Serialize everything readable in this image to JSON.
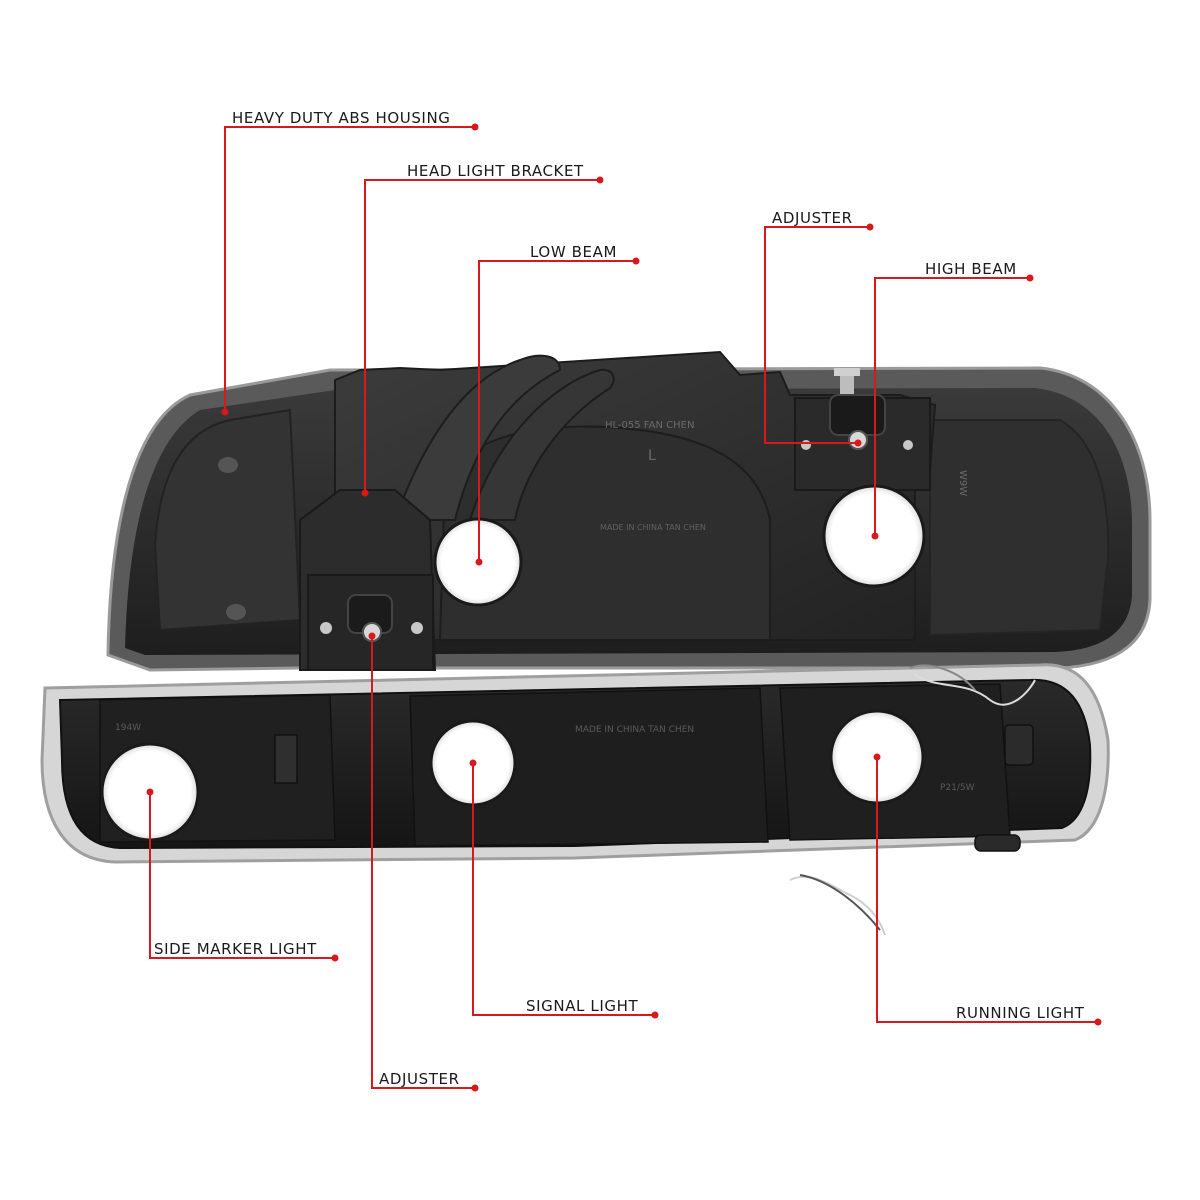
{
  "colors": {
    "callout": "#d7191c",
    "housing": "#2b2b2b",
    "housing_light": "#4a4a4a",
    "lens_clear": "#e9e9e9"
  },
  "callouts": [
    {
      "id": "heavy-duty-abs-housing",
      "text": "HEAVY DUTY ABS HOUSING"
    },
    {
      "id": "head-light-bracket",
      "text": "HEAD LIGHT BRACKET"
    },
    {
      "id": "low-beam",
      "text": "LOW BEAM"
    },
    {
      "id": "adjuster-top",
      "text": "ADJUSTER"
    },
    {
      "id": "high-beam",
      "text": "HIGH BEAM"
    },
    {
      "id": "side-marker-light",
      "text": "SIDE MARKER LIGHT"
    },
    {
      "id": "signal-light",
      "text": "SIGNAL LIGHT"
    },
    {
      "id": "running-light",
      "text": "RUNNING LIGHT"
    },
    {
      "id": "adjuster-bottom",
      "text": "ADJUSTER"
    }
  ]
}
